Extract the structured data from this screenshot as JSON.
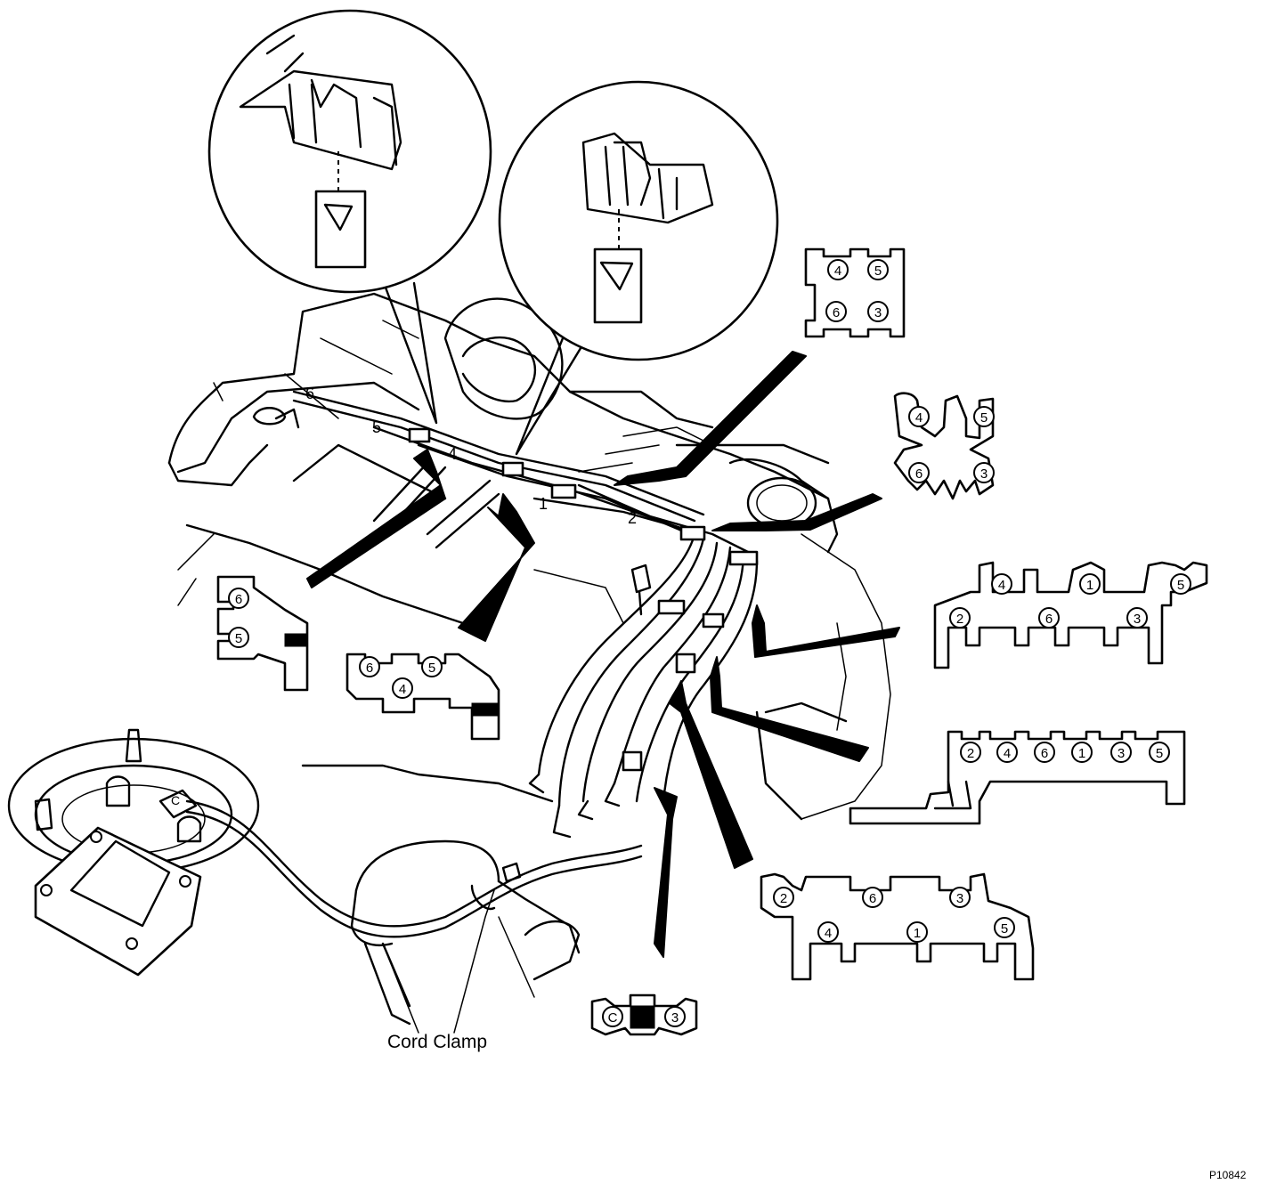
{
  "diagram": {
    "callout_label": "Cord Clamp",
    "figure_code": "P10842",
    "engine_cylinder_marks": [
      "6",
      "5",
      "4",
      "1",
      "2"
    ],
    "clamps": {
      "two_slot": {
        "labels": [
          "6",
          "5"
        ]
      },
      "three_slot": {
        "labels": [
          "6",
          "5",
          "4"
        ]
      },
      "four_tab": {
        "labels": [
          "4",
          "5",
          "6",
          "3"
        ]
      },
      "forked": {
        "labels": [
          "4",
          "5",
          "6",
          "3"
        ]
      },
      "six_long": {
        "labels": [
          "4",
          "1",
          "5",
          "2",
          "6",
          "3"
        ]
      },
      "six_row": {
        "labels": [
          "2",
          "4",
          "6",
          "1",
          "3",
          "5"
        ]
      },
      "six_staggered": {
        "labels": [
          "2",
          "6",
          "3",
          "4",
          "1",
          "5"
        ]
      },
      "coil_clamp": {
        "labels": [
          "C",
          "3"
        ]
      }
    },
    "coil_mark": "C"
  }
}
